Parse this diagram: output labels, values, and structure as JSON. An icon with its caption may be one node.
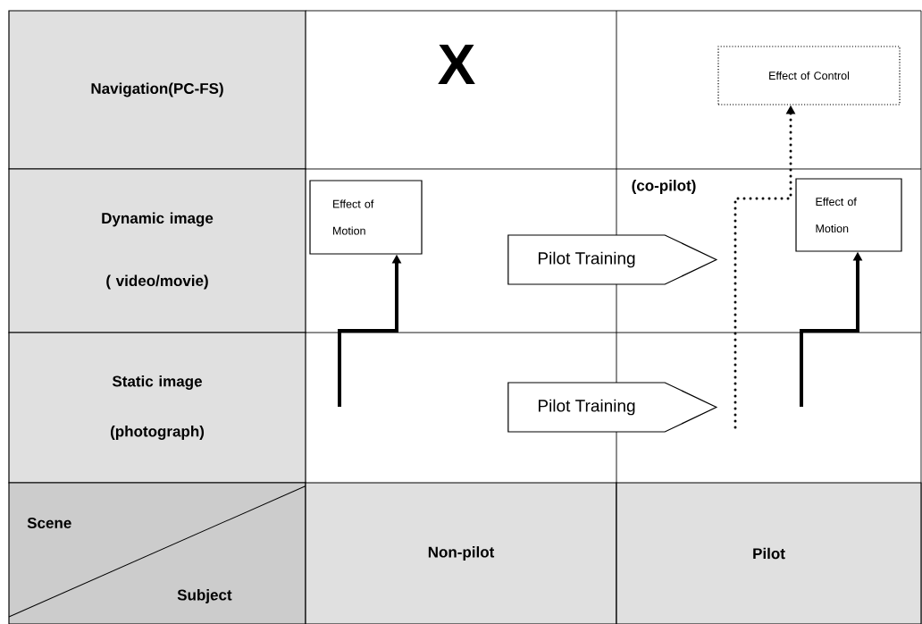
{
  "diagram": {
    "nodes": [
      {
        "text": [
          "Navigation(PC-FS)"
        ]
      },
      {
        "text": [
          "Effect of Control"
        ]
      },
      {
        "text": [
          "Dynamic image ( video/movie)"
        ]
      },
      {
        "text": [
          "Effect of Motion"
        ]
      },
      {
        "text": [
          "Pilot Training"
        ]
      },
      {
        "text": [
          "Effect of Motion"
        ]
      },
      {
        "text": [
          "Static image (photograph)"
        ]
      },
      {
        "text": [
          "Pilot Training"
        ]
      },
      {
        "text": [
          "Scene",
          "Subject"
        ]
      },
      {
        "text": [
          "Non-pilot"
        ]
      },
      {
        "text": [
          "Pilot"
        ]
      }
    ],
    "edges": [
      {
        "from": null,
        "to": 3,
        "arrow": "to"
      },
      {
        "from": null,
        "to": 5,
        "arrow": "to"
      },
      {
        "from": null,
        "to": 1,
        "arrow": "to",
        "style": "dashed"
      }
    ],
    "labels": [
      "X",
      "(co-pilot)"
    ]
  }
}
